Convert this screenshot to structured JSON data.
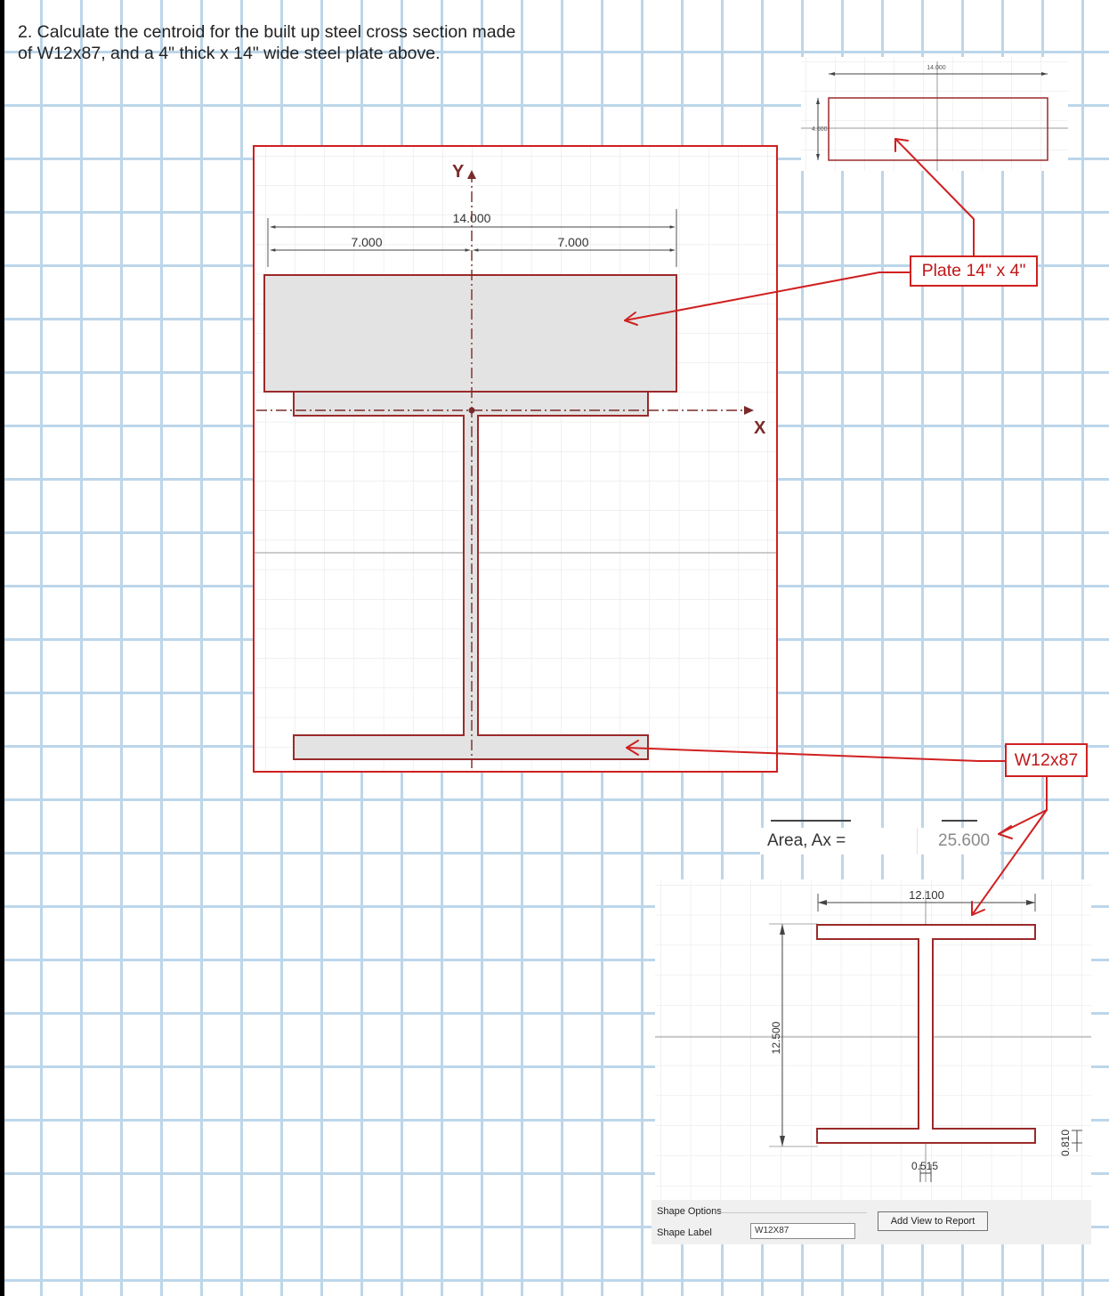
{
  "question": {
    "line1": "2. Calculate the centroid for the built up steel cross section made",
    "line2": "of W12x87, and a 4\" thick x 14\" wide steel plate above."
  },
  "main_view": {
    "dim_total": "14.000",
    "dim_left": "7.000",
    "dim_right": "7.000",
    "axis_y": "Y",
    "axis_x": "X"
  },
  "plate_view": {
    "width_dim": "14.000",
    "height_dim": "4.000"
  },
  "callouts": {
    "plate": "Plate 14\" x 4\"",
    "wshape": "W12x87"
  },
  "properties": {
    "area_label": "Area, Ax =",
    "area_value": "25.600"
  },
  "w_view": {
    "flange_width": "12.100",
    "depth": "12.500",
    "web_thickness": "0.515",
    "flange_thickness": "0.810"
  },
  "shape_options": {
    "title": "Shape Options",
    "label": "Shape Label",
    "value": "W12X87",
    "button": "Add View to Report"
  },
  "colors": {
    "border_red": "#d02020",
    "shape_outline": "#9b2a2a",
    "fill": "#e3e3e3",
    "grid": "#bcd6ea"
  }
}
